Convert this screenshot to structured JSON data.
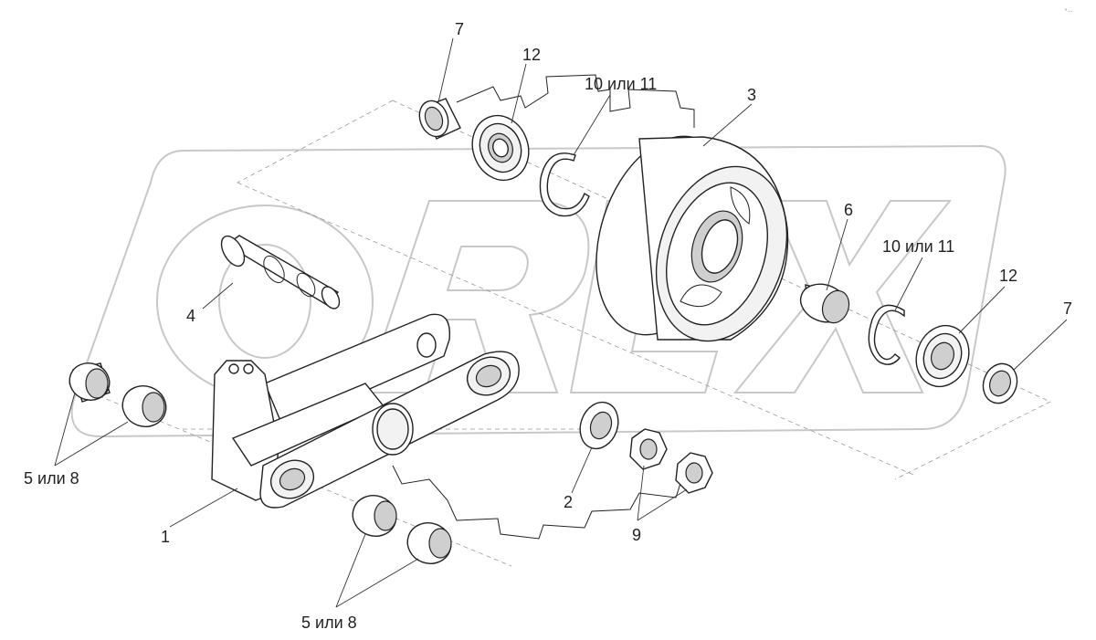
{
  "watermark": {
    "text": "OREX"
  },
  "corner_mark": "°···",
  "callouts": [
    {
      "id": "c7a",
      "text": "7"
    },
    {
      "id": "c12a",
      "text": "12"
    },
    {
      "id": "c10a",
      "text": "10 или 11"
    },
    {
      "id": "c3",
      "text": "3"
    },
    {
      "id": "c6",
      "text": "6"
    },
    {
      "id": "c10b",
      "text": "10 или 11"
    },
    {
      "id": "c12b",
      "text": "12"
    },
    {
      "id": "c7b",
      "text": "7"
    },
    {
      "id": "c4",
      "text": "4"
    },
    {
      "id": "c58a",
      "text": "5 или 8"
    },
    {
      "id": "c1",
      "text": "1"
    },
    {
      "id": "c2",
      "text": "2"
    },
    {
      "id": "c9",
      "text": "9"
    },
    {
      "id": "c58b",
      "text": "5 или 8"
    }
  ]
}
